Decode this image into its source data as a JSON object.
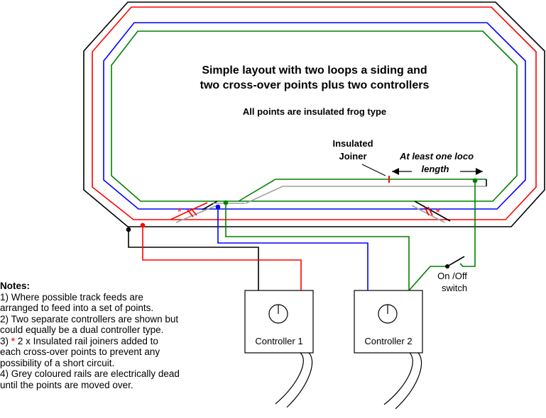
{
  "title_line1": "Simple layout with two loops a siding and",
  "title_line2": "two cross-over points plus two controllers",
  "subtitle": "All points are insulated frog type",
  "insulated_joiner": {
    "line1": "Insulated",
    "line2": "Joiner"
  },
  "loco_length": {
    "line1": "At least one loco",
    "line2": "length"
  },
  "switch_label": {
    "line1": "On /Off",
    "line2": "switch"
  },
  "star": "*",
  "controllers": [
    {
      "label": "Controller 1"
    },
    {
      "label": "Controller 2"
    }
  ],
  "notes": {
    "heading": "Notes:",
    "line1": "1) Where possible track feeds are",
    "line1b": "arranged to feed into a set of points.",
    "line2": "2) Two separate controllers are shown but",
    "line2b": "could equally be a dual controller type.",
    "line3_prefix": "3)",
    "line3_star": "*",
    "line3": "2 x Insulated rail joiners added to",
    "line3b": "each cross-over points to prevent any",
    "line3c": "possibility of a short circuit.",
    "line4": "4) Grey coloured rails are electrically dead",
    "line4b": "until the points are moved over."
  },
  "colors": {
    "outer_black": "#000000",
    "outer_red": "#ff0000",
    "inner_blue": "#0000ff",
    "inner_green": "#008000",
    "dead_rail": "#a0a0a0"
  }
}
